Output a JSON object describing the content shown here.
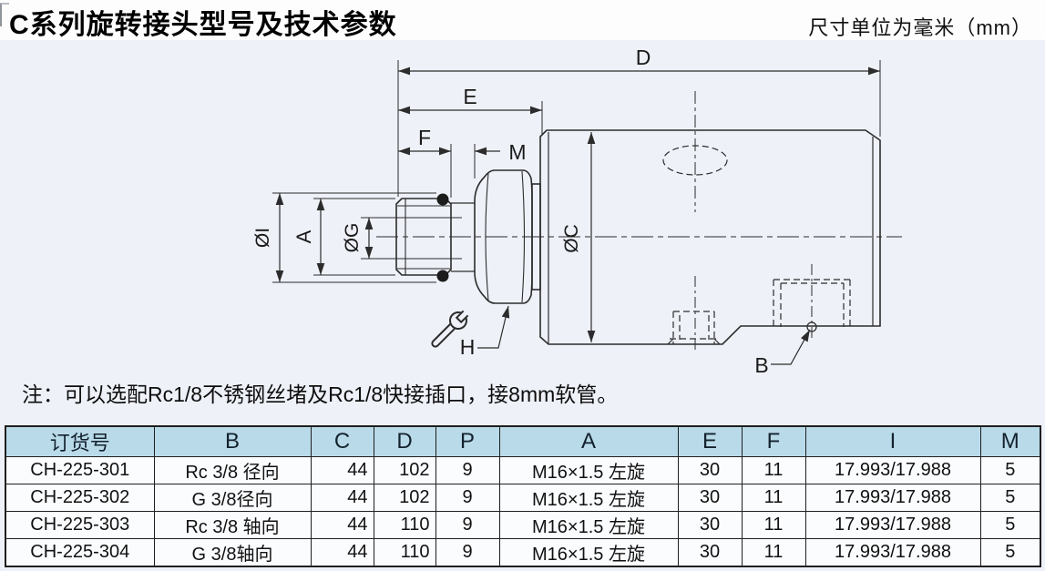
{
  "header": {
    "title": "C系列旋转接头型号及技术参数",
    "unit_note": "尺寸单位为毫米（mm）"
  },
  "note": "注：可以选配Rc1/8不锈钢丝堵及Rc1/8快接插口，接8mm软管。",
  "diagram": {
    "labels": {
      "d": "D",
      "e": "E",
      "f": "F",
      "m": "M",
      "dia_i": "ØI",
      "a": "A",
      "dia_g": "ØG",
      "dia_c": "ØC",
      "h": "H",
      "b": "B"
    }
  },
  "table": {
    "headers": [
      "订货号",
      "B",
      "C",
      "D",
      "P",
      "A",
      "E",
      "F",
      "I",
      "M"
    ],
    "rows": [
      [
        "CH-225-301",
        "Rc 3/8 径向",
        "44",
        "102",
        "9",
        "M16×1.5 左旋",
        "30",
        "11",
        "17.993/17.988",
        "5"
      ],
      [
        "CH-225-302",
        "G 3/8径向",
        "44",
        "102",
        "9",
        "M16×1.5 左旋",
        "30",
        "11",
        "17.993/17.988",
        "5"
      ],
      [
        "CH-225-303",
        "Rc 3/8 轴向",
        "44",
        "110",
        "9",
        "M16×1.5 左旋",
        "30",
        "11",
        "17.993/17.988",
        "5"
      ],
      [
        "CH-225-304",
        "G 3/8轴向",
        "44",
        "110",
        "9",
        "M16×1.5 左旋",
        "30",
        "11",
        "17.993/17.988",
        "5"
      ]
    ]
  },
  "colors": {
    "page_bg": "#eef1f8",
    "title_bar_bg": "#fdfdfe",
    "table_header_bg": "#b9dae9",
    "line": "#2c2c2c",
    "table_border": "#1f1f1f"
  }
}
